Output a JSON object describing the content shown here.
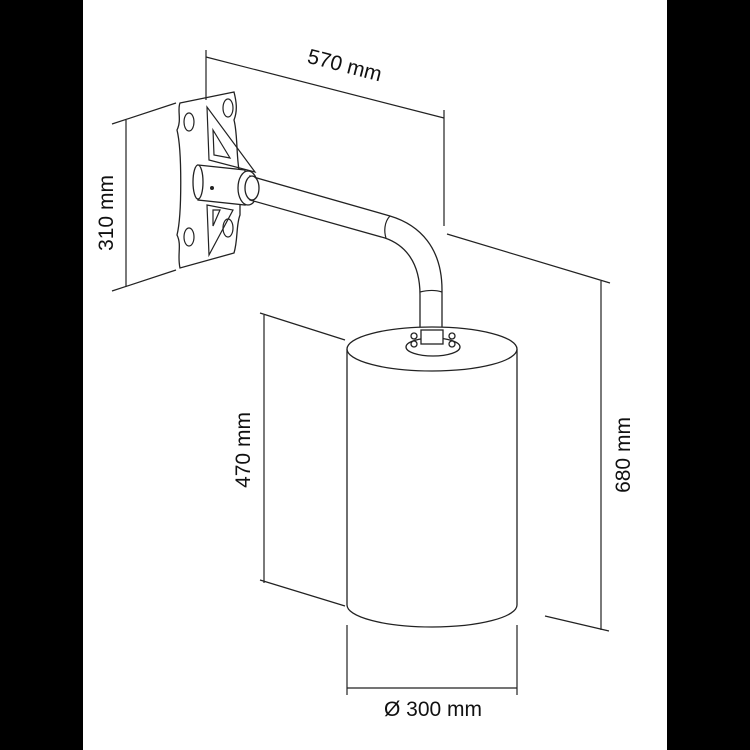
{
  "dimensions": {
    "arm_length": "570 mm",
    "plate_height": "310 mm",
    "shade_height": "470 mm",
    "total_height": "680 mm",
    "diameter": "Ø 300 mm"
  }
}
